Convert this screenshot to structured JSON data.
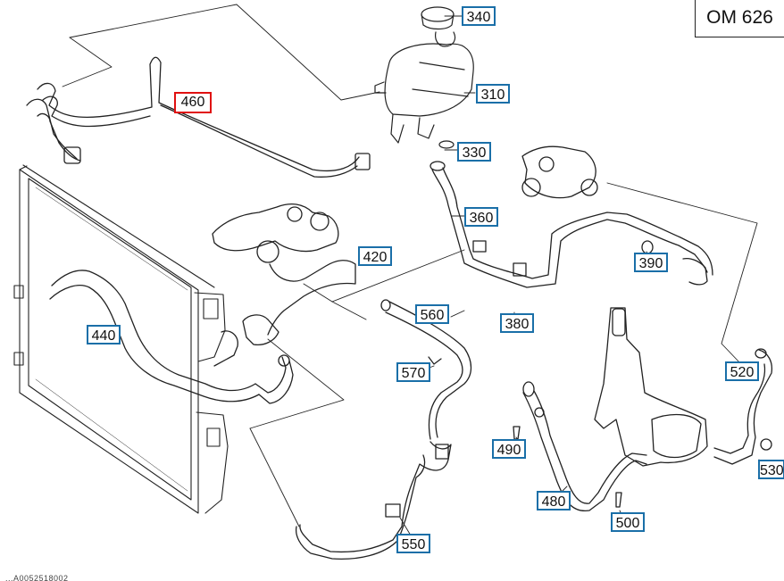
{
  "engine_code": "OM 626",
  "selected_part": "460",
  "callouts": [
    {
      "id": "340",
      "label": "340"
    },
    {
      "id": "310",
      "label": "310"
    },
    {
      "id": "460",
      "label": "460"
    },
    {
      "id": "330",
      "label": "330"
    },
    {
      "id": "360",
      "label": "360"
    },
    {
      "id": "420",
      "label": "420"
    },
    {
      "id": "390",
      "label": "390"
    },
    {
      "id": "560",
      "label": "560"
    },
    {
      "id": "380",
      "label": "380"
    },
    {
      "id": "440",
      "label": "440"
    },
    {
      "id": "570",
      "label": "570"
    },
    {
      "id": "520",
      "label": "520"
    },
    {
      "id": "490",
      "label": "490"
    },
    {
      "id": "530",
      "label": "530"
    },
    {
      "id": "480",
      "label": "480"
    },
    {
      "id": "500",
      "label": "500"
    },
    {
      "id": "550",
      "label": "550"
    }
  ],
  "footer_text": "...A0052518002"
}
